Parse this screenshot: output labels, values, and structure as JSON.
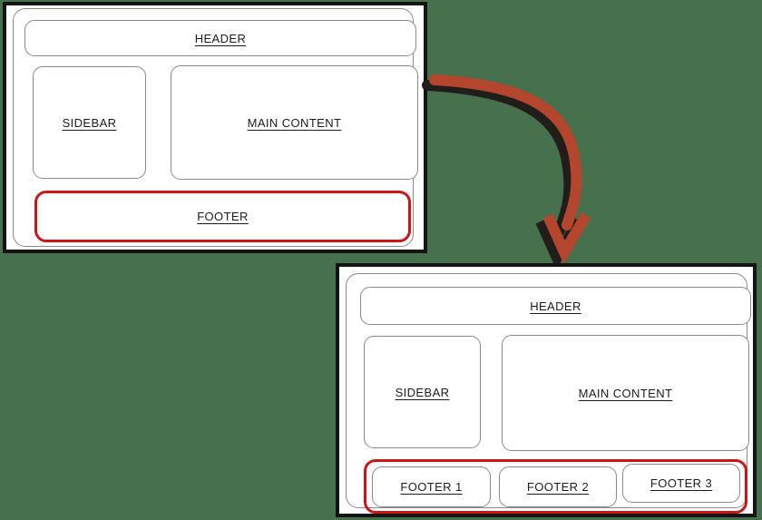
{
  "colors": {
    "background_green": "#47704D",
    "wireframe_border": "#141414",
    "box_border": "#8A8A8A",
    "highlight_red": "#CC1515",
    "arrow_red": "#B5462E",
    "arrow_shadow": "#201D1A"
  },
  "before": {
    "header": "HEADER",
    "sidebar": "SIDEBAR",
    "main_content": "MAIN CONTENT",
    "footer": "FOOTER"
  },
  "after": {
    "header": "HEADER",
    "sidebar": "SIDEBAR",
    "main_content": "MAIN CONTENT",
    "footers": [
      "FOOTER 1",
      "FOOTER 2",
      "FOOTER 3"
    ]
  }
}
